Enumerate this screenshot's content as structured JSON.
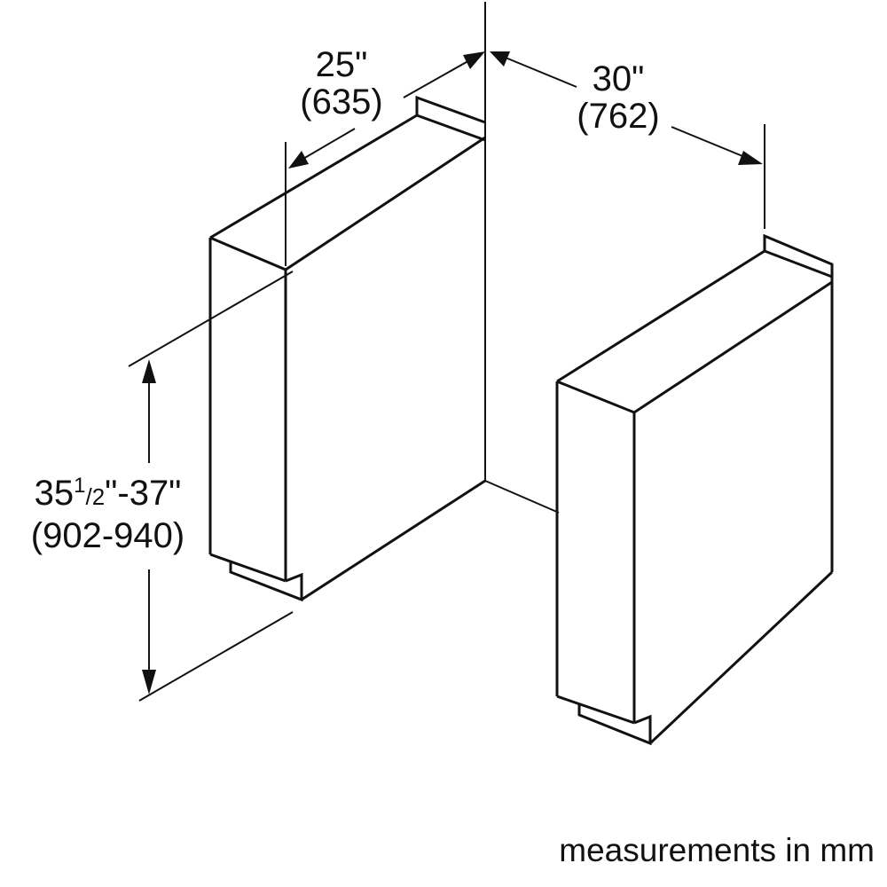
{
  "diagram": {
    "type": "installation-dimensions",
    "dimensions": {
      "depth": {
        "inches": "25\"",
        "mm": "(635)"
      },
      "width": {
        "inches": "30\"",
        "mm": "(762)"
      },
      "height": {
        "inches_whole": "35",
        "inches_frac_num": "1",
        "inches_frac_den": "2",
        "inches_rest": "\"-37\"",
        "mm": "(902-940)"
      }
    },
    "caption": "measurements in mm",
    "colors": {
      "line": "#111111",
      "background": "#ffffff"
    }
  }
}
